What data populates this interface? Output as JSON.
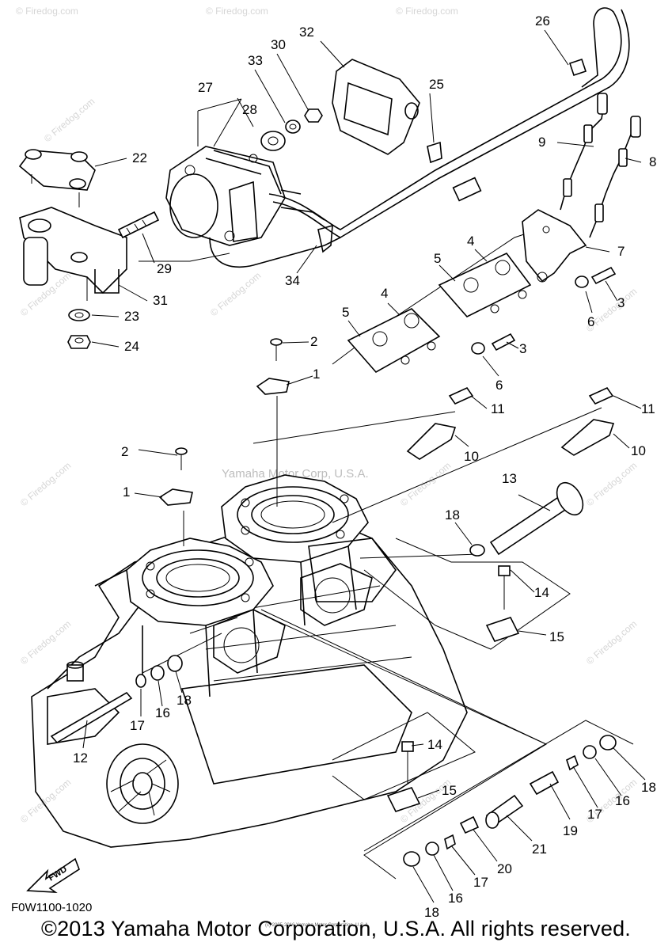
{
  "watermark": {
    "site": "© Firedog.com",
    "center": "Yamaha Motor Corp, U.S.A.",
    "small_notice": "(c) 2005-2016 Yamaha Motor Corporation, U.S.A."
  },
  "figure_code": "F0W1100-1020",
  "fwd_label": "FWD",
  "copyright": "©2013 Yamaha Motor Corporation, U.S.A. All rights reserved.",
  "callouts": [
    "1",
    "1",
    "2",
    "2",
    "3",
    "3",
    "4",
    "4",
    "5",
    "5",
    "6",
    "6",
    "7",
    "8",
    "9",
    "10",
    "10",
    "11",
    "11",
    "12",
    "13",
    "14",
    "14",
    "15",
    "15",
    "16",
    "16",
    "16",
    "17",
    "17",
    "17",
    "18",
    "18",
    "18",
    "18",
    "19",
    "20",
    "21",
    "22",
    "23",
    "24",
    "25",
    "26",
    "27",
    "28",
    "29",
    "30",
    "31",
    "32",
    "33",
    "34"
  ]
}
